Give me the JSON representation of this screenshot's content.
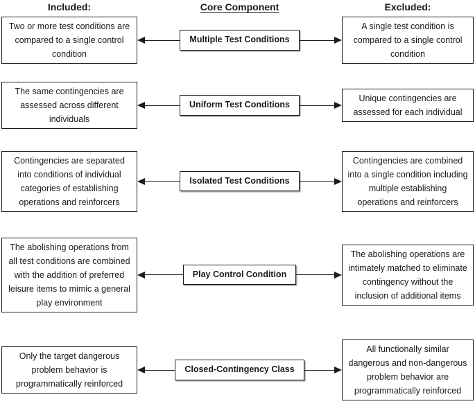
{
  "headers": {
    "included": "Included:",
    "core": "Core Component",
    "excluded": "Excluded:"
  },
  "rows": [
    {
      "core": "Multiple Test Conditions",
      "included": "Two or more test conditions are compared to a single control condition",
      "excluded": "A single test condition is compared to a single control condition"
    },
    {
      "core": "Uniform Test Conditions",
      "included": "The same contingencies are assessed across different individuals",
      "excluded": "Unique contingencies are assessed for each individual"
    },
    {
      "core": "Isolated Test Conditions",
      "included": "Contingencies are separated into conditions of individual categories of establishing operations and reinforcers",
      "excluded": "Contingencies are combined into a single condition including multiple establishing operations and reinforcers"
    },
    {
      "core": "Play Control Condition",
      "included": "The abolishing operations from all test conditions are combined with the addition of preferred leisure items to mimic a general play environment",
      "excluded": "The abolishing operations are intimately matched to eliminate contingency without the inclusion of additional items"
    },
    {
      "core": "Closed-Contingency Class",
      "included": "Only the target dangerous problem behavior is programmatically reinforced",
      "excluded": "All functionally similar dangerous and non-dangerous problem behavior are programmatically reinforced"
    }
  ],
  "colors": {
    "background": "#ffffff",
    "border": "#1c1c1c",
    "text": "#1a1a1a",
    "core_box_shadow": "#9a9a9a"
  }
}
